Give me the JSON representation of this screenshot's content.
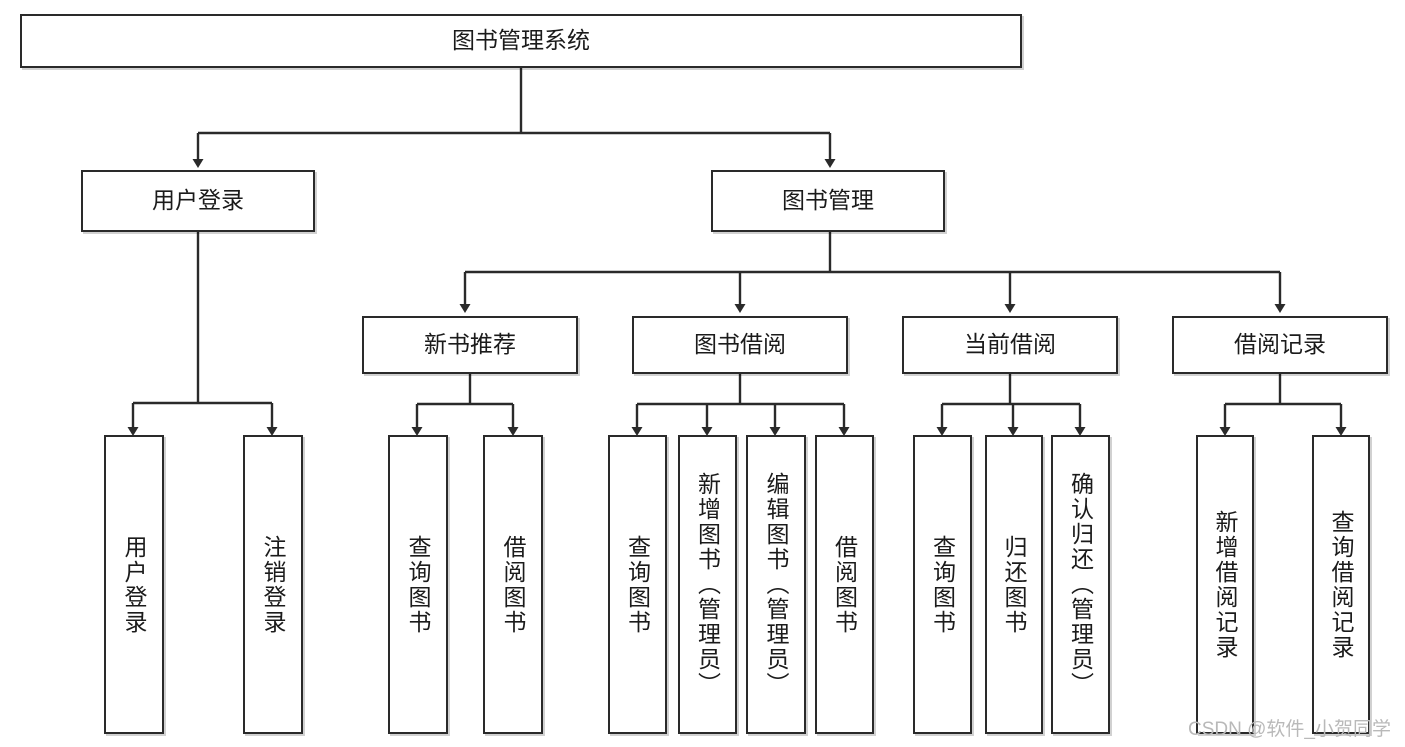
{
  "diagram": {
    "type": "hierarchy-tree",
    "title": "图书管理系统",
    "watermark": "CSDN @软件_小贺同学",
    "colors": {
      "box_border": "#2a2a2a",
      "box_fill": "#ffffff",
      "connector": "#2a2a2a",
      "watermark": "#b9b9b9"
    },
    "levels": {
      "level1": [
        {
          "id": "root",
          "label": "图书管理系统"
        }
      ],
      "level2": [
        {
          "id": "user-login",
          "label": "用户登录"
        },
        {
          "id": "book-manage",
          "label": "图书管理"
        }
      ],
      "level3": [
        {
          "id": "new-book-rec",
          "label": "新书推荐"
        },
        {
          "id": "book-borrow",
          "label": "图书借阅"
        },
        {
          "id": "current-borrow",
          "label": "当前借阅"
        },
        {
          "id": "borrow-record",
          "label": "借阅记录"
        }
      ],
      "level4": [
        {
          "id": "leaf-user-login",
          "label": "用户登录",
          "parent": "user-login"
        },
        {
          "id": "leaf-logout",
          "label": "注销登录",
          "parent": "user-login"
        },
        {
          "id": "leaf-query-book-1",
          "label": "查询图书",
          "parent": "new-book-rec"
        },
        {
          "id": "leaf-borrow-book-1",
          "label": "借阅图书",
          "parent": "new-book-rec"
        },
        {
          "id": "leaf-query-book-2",
          "label": "查询图书",
          "parent": "book-borrow"
        },
        {
          "id": "leaf-add-book",
          "label": "新增图书（管理员）",
          "parent": "book-borrow"
        },
        {
          "id": "leaf-edit-book",
          "label": "编辑图书（管理员）",
          "parent": "book-borrow"
        },
        {
          "id": "leaf-borrow-book-2",
          "label": "借阅图书",
          "parent": "book-borrow"
        },
        {
          "id": "leaf-query-book-3",
          "label": "查询图书",
          "parent": "current-borrow"
        },
        {
          "id": "leaf-return-book",
          "label": "归还图书",
          "parent": "current-borrow"
        },
        {
          "id": "leaf-confirm-return",
          "label": "确认归还（管理员）",
          "parent": "current-borrow"
        },
        {
          "id": "leaf-add-record",
          "label": "新增借阅记录",
          "parent": "borrow-record"
        },
        {
          "id": "leaf-query-record",
          "label": "查询借阅记录",
          "parent": "borrow-record"
        }
      ]
    }
  }
}
